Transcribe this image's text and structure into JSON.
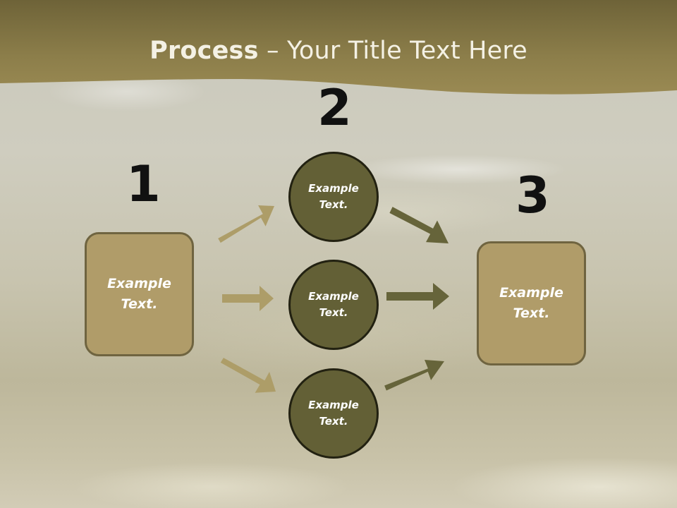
{
  "title": {
    "bold": "Process",
    "rest": " – Your Title Text Here"
  },
  "steps": {
    "one": "1",
    "two": "2",
    "three": "3"
  },
  "nodes": {
    "left_box": "Example Text.",
    "circle_top": "Example Text.",
    "circle_middle": "Example Text.",
    "circle_bottom": "Example Text.",
    "right_box": "Example Text."
  },
  "colors": {
    "header_band": "#8c7e4a",
    "box_fill": "#b09c69",
    "circle_fill": "#636036",
    "arrow_left": "#ad9d68",
    "arrow_right": "#66643a"
  }
}
